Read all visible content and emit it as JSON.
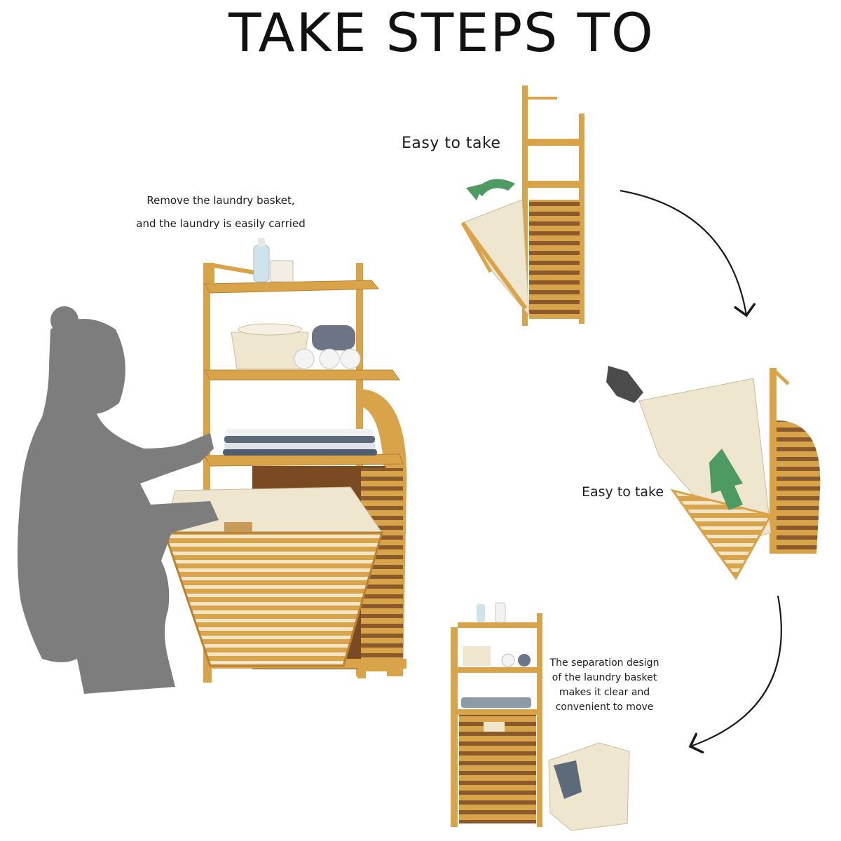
{
  "page": {
    "title": "TAKE STEPS TO",
    "main_caption": {
      "line1": "Remove the laundry basket,",
      "line2": "and the laundry is easily carried"
    },
    "step1_label": "Easy to take",
    "step2_label": "Easy to take",
    "step3_caption": {
      "line1": "The separation design",
      "line2": "of the laundry basket",
      "line3": "makes it clear and",
      "line4": "convenient to move"
    }
  },
  "colors": {
    "bamboo": "#d9a34a",
    "bamboo_dark": "#b98232",
    "canvas": "#f1ead7",
    "silhouette": "#7d7d7d",
    "arrow": "#1a1a1a",
    "accent_green": "#4e9a63"
  },
  "icons": [
    "person-silhouette",
    "hand-icon",
    "arrow-up-icon",
    "rotate-arrow-icon",
    "curved-arrow-icon"
  ]
}
